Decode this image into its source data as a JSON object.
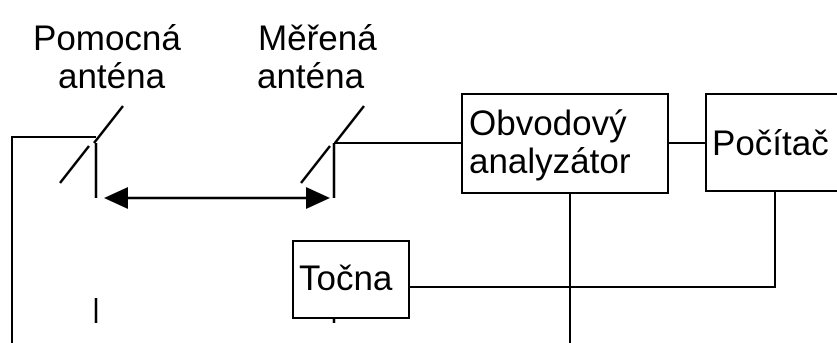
{
  "labels": {
    "aux_antenna_line1": "Pomocná",
    "aux_antenna_line2": "anténa",
    "measured_antenna_line1": "Měřená",
    "measured_antenna_line2": "anténa"
  },
  "blocks": {
    "network_analyzer_line1": "Obvodový",
    "network_analyzer_line2": "analyzátor",
    "computer": "Počítač",
    "turntable": "Točna"
  },
  "colors": {
    "line": "#000000",
    "background": "#ffffff"
  },
  "icons": {
    "arrow": "double-headed-arrow"
  }
}
